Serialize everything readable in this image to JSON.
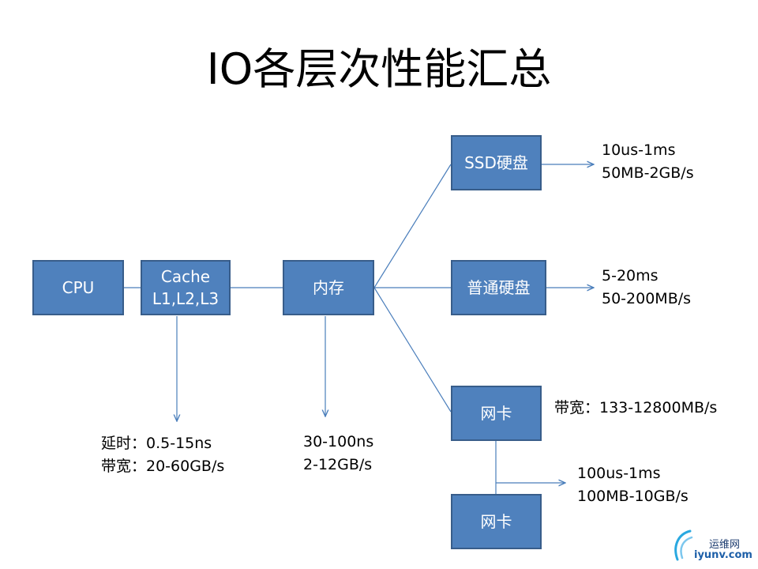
{
  "title": "IO各层次性能汇总",
  "nodes": {
    "cpu": "CPU",
    "cache_line1": "Cache",
    "cache_line2": "L1,L2,L3",
    "memory": "内存",
    "ssd": "SSD硬盘",
    "hdd": "普通硬盘",
    "nic1": "网卡",
    "nic2": "网卡"
  },
  "annotations": {
    "cache": {
      "latency": "延时：0.5-15ns",
      "bandwidth": "带宽：20-60GB/s"
    },
    "memory": {
      "latency": "30-100ns",
      "bandwidth": "2-12GB/s"
    },
    "ssd": {
      "latency": "10us-1ms",
      "bandwidth": "50MB-2GB/s"
    },
    "hdd": {
      "latency": "5-20ms",
      "bandwidth": "50-200MB/s"
    },
    "nic_bus": {
      "bandwidth": "带宽：133-12800MB/s"
    },
    "network": {
      "latency": "100us-1ms",
      "bandwidth": "100MB-10GB/s"
    }
  },
  "watermark": {
    "cn": "运维网",
    "en": "iyunv.com"
  },
  "colors": {
    "box_fill": "#4f81bd",
    "box_border": "#385d8a",
    "line": "#4a7ebb"
  }
}
